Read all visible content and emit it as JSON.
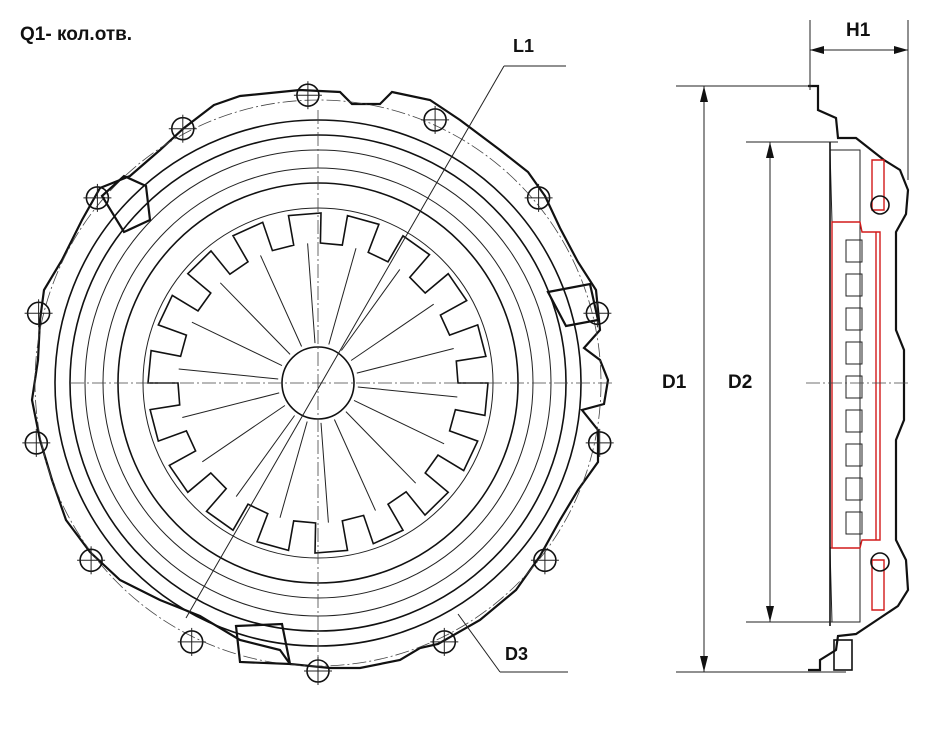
{
  "labels": {
    "q1": "Q1- кол.отв.",
    "l1": "L1",
    "d3": "D3",
    "d1": "D1",
    "d2": "D2",
    "h1": "H1"
  },
  "colors": {
    "line": "#111111",
    "red_detail": "#d21a1a",
    "background": "#ffffff"
  }
}
